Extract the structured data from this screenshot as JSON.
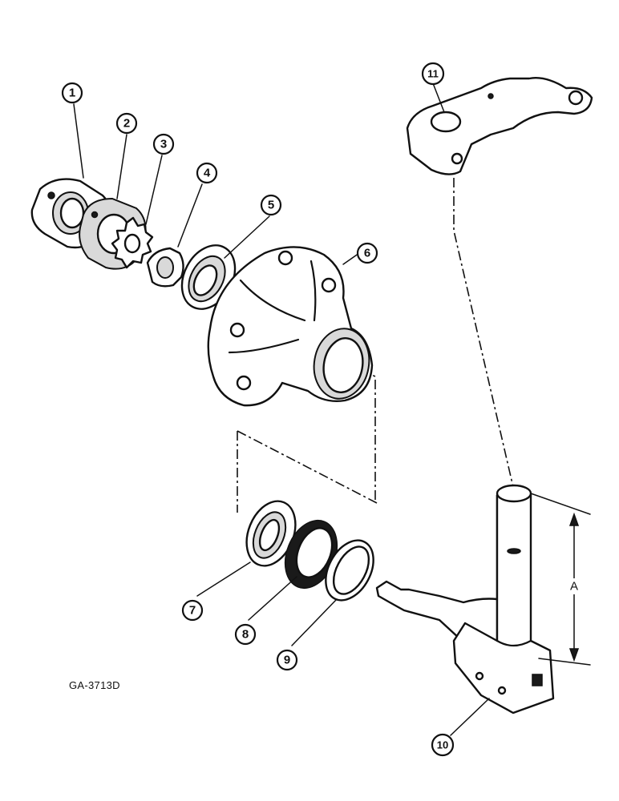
{
  "diagram": {
    "figure_code": "GA-3713D",
    "callouts": [
      "1",
      "2",
      "3",
      "4",
      "5",
      "6",
      "7",
      "8",
      "9",
      "10",
      "11"
    ],
    "dimension_label": "A"
  }
}
